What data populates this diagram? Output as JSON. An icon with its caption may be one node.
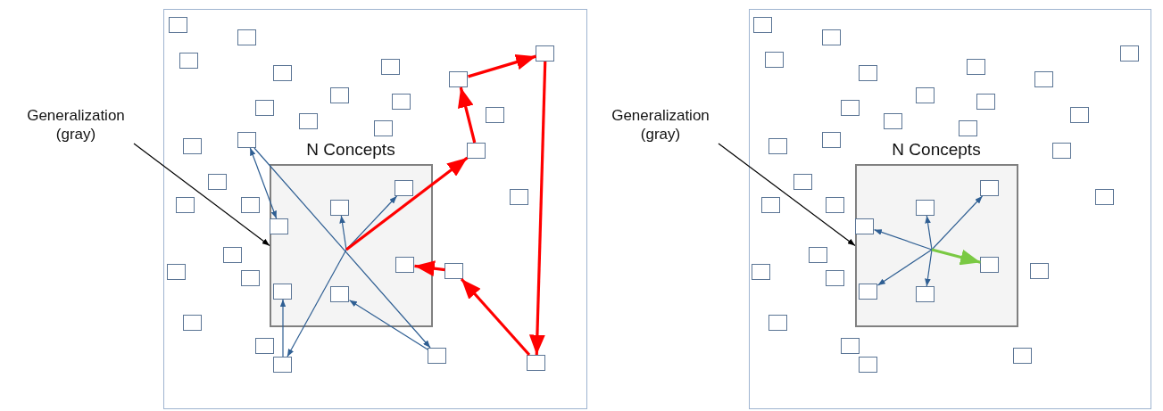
{
  "diagram": {
    "nodes": [
      {
        "text": [
          "Generalization (gray)"
        ]
      },
      {
        "text": [],
        "shape": "box"
      },
      {
        "text": [
          "N Concepts"
        ],
        "in": 1
      },
      {
        "text": [],
        "shape": "box",
        "in": 1
      },
      {
        "text": [],
        "shape": "box",
        "in": 1
      },
      {
        "text": [],
        "shape": "box",
        "in": 1
      },
      {
        "text": [],
        "shape": "box",
        "in": 1
      },
      {
        "text": [],
        "shape": "box",
        "in": 1
      },
      {
        "text": [],
        "shape": "box",
        "in": 1
      },
      {
        "text": [],
        "shape": "box",
        "in": 1
      },
      {
        "text": [],
        "shape": "box",
        "in": 1
      },
      {
        "text": [],
        "shape": "box",
        "in": 1
      },
      {
        "text": [],
        "shape": "box",
        "in": 1
      },
      {
        "text": [],
        "shape": "box",
        "in": 1
      },
      {
        "text": [],
        "shape": "box",
        "in": 1
      },
      {
        "text": [],
        "shape": "box",
        "in": 1
      },
      {
        "text": [],
        "shape": "box",
        "in": 1
      },
      {
        "text": [],
        "shape": "box",
        "in": 1
      },
      {
        "text": [],
        "shape": "box",
        "in": 1
      },
      {
        "text": [],
        "shape": "box",
        "in": 1
      },
      {
        "text": [],
        "shape": "box",
        "in": 2
      },
      {
        "text": [],
        "shape": "box",
        "in": 1
      },
      {
        "text": [],
        "shape": "box",
        "in": 1
      },
      {
        "text": [],
        "shape": "box",
        "in": 1
      },
      {
        "text": [],
        "shape": "box",
        "in": 2
      },
      {
        "text": [],
        "shape": "box",
        "in": 2
      },
      {
        "text": [],
        "shape": "box",
        "in": 1
      },
      {
        "text": [],
        "shape": "box",
        "in": 2
      },
      {
        "text": [],
        "shape": "box",
        "in": 1
      },
      {
        "text": [],
        "shape": "box",
        "in": 1
      },
      {
        "text": [],
        "shape": "box",
        "in": 1
      },
      {
        "text": [],
        "shape": "box",
        "in": 2
      },
      {
        "text": [],
        "shape": "box",
        "in": 2
      },
      {
        "text": [],
        "shape": "box",
        "in": 1
      },
      {
        "text": [],
        "shape": "box",
        "in": 1
      },
      {
        "text": [],
        "shape": "box",
        "in": 1
      },
      {
        "text": [],
        "shape": "box",
        "in": 1
      },
      {
        "text": [],
        "shape": "box",
        "in": 1
      },
      {
        "text": [
          "Generalization (gray)"
        ]
      },
      {
        "text": [],
        "shape": "box"
      },
      {
        "text": [
          "N Concepts"
        ],
        "in": 39
      },
      {
        "text": [],
        "shape": "box",
        "in": 39
      },
      {
        "text": [],
        "shape": "box",
        "in": 39
      },
      {
        "text": [],
        "shape": "box",
        "in": 39
      },
      {
        "text": [],
        "shape": "box",
        "in": 39
      },
      {
        "text": [],
        "shape": "box",
        "in": 39
      },
      {
        "text": [],
        "shape": "box",
        "in": 39
      },
      {
        "text": [],
        "shape": "box",
        "in": 39
      },
      {
        "text": [],
        "shape": "box",
        "in": 39
      },
      {
        "text": [],
        "shape": "box",
        "in": 39
      },
      {
        "text": [],
        "shape": "box",
        "in": 39
      },
      {
        "text": [],
        "shape": "box",
        "in": 39
      },
      {
        "text": [],
        "shape": "box",
        "in": 39
      },
      {
        "text": [],
        "shape": "box",
        "in": 39
      },
      {
        "text": [],
        "shape": "box",
        "in": 39
      },
      {
        "text": [],
        "shape": "box",
        "in": 39
      },
      {
        "text": [],
        "shape": "box",
        "in": 39
      },
      {
        "text": [],
        "shape": "box",
        "in": 39
      },
      {
        "text": [],
        "shape": "box",
        "in": 40
      },
      {
        "text": [],
        "shape": "box",
        "in": 39
      },
      {
        "text": [],
        "shape": "box",
        "in": 39
      },
      {
        "text": [],
        "shape": "box",
        "in": 39
      },
      {
        "text": [],
        "shape": "box",
        "in": 40
      },
      {
        "text": [],
        "shape": "box",
        "in": 40
      },
      {
        "text": [],
        "shape": "box",
        "in": 39
      },
      {
        "text": [],
        "shape": "box",
        "in": 40
      },
      {
        "text": [],
        "shape": "box",
        "in": 39
      },
      {
        "text": [],
        "shape": "box",
        "in": 39
      },
      {
        "text": [],
        "shape": "box",
        "in": 39
      },
      {
        "text": [],
        "shape": "box",
        "in": 40
      },
      {
        "text": [],
        "shape": "box",
        "in": 40
      },
      {
        "text": [],
        "shape": "box",
        "in": 39
      },
      {
        "text": [],
        "shape": "box",
        "in": 39
      },
      {
        "text": [],
        "shape": "box",
        "in": 39
      },
      {
        "text": [],
        "shape": "box",
        "in": 39
      }
    ],
    "edges": [
      {
        "from": 0,
        "to": 2,
        "arrow": "to",
        "color": "#000000"
      },
      {
        "from": 16,
        "to": 25,
        "arrow": "both"
      },
      {
        "from": 16,
        "to": 35,
        "arrow": "to"
      },
      {
        "from": null,
        "to": 24,
        "arrow": "to"
      },
      {
        "from": null,
        "to": 20,
        "arrow": "to"
      },
      {
        "from": null,
        "to": 37,
        "arrow": "to"
      },
      {
        "from": 37,
        "to": 31,
        "arrow": "to"
      },
      {
        "from": 35,
        "to": 32,
        "arrow": "to"
      },
      {
        "from": null,
        "to": 18,
        "arrow": "to",
        "style": "thick",
        "color": "#ff0000"
      },
      {
        "from": 18,
        "to": 9,
        "arrow": "to",
        "style": "thick",
        "color": "#ff0000"
      },
      {
        "from": 9,
        "to": 5,
        "arrow": "to",
        "style": "thick",
        "color": "#ff0000"
      },
      {
        "from": 5,
        "to": 36,
        "arrow": "to",
        "style": "thick",
        "color": "#ff0000"
      },
      {
        "from": 36,
        "to": 28,
        "arrow": "to",
        "style": "thick",
        "color": "#ff0000"
      },
      {
        "from": 28,
        "to": 27,
        "arrow": "to",
        "style": "thick",
        "color": "#ff0000"
      },
      {
        "from": 38,
        "to": 40,
        "arrow": "to",
        "color": "#000000"
      },
      {
        "from": null,
        "to": 63,
        "arrow": "to"
      },
      {
        "from": null,
        "to": 62,
        "arrow": "to"
      },
      {
        "from": null,
        "to": 58,
        "arrow": "to"
      },
      {
        "from": null,
        "to": 69,
        "arrow": "to"
      },
      {
        "from": null,
        "to": 70,
        "arrow": "to"
      },
      {
        "from": null,
        "to": 65,
        "arrow": "to",
        "style": "thick",
        "color": "#7ac943"
      }
    ]
  }
}
